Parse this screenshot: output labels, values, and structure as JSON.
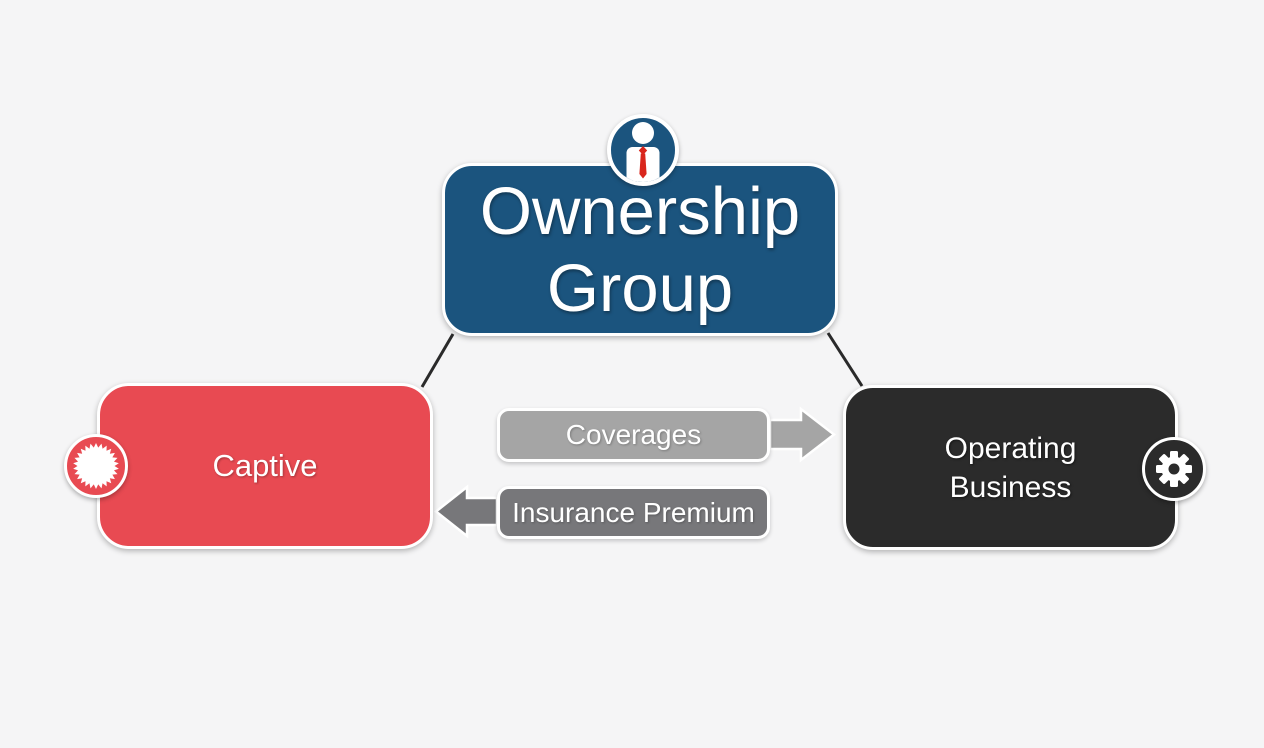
{
  "background": "#f5f5f6",
  "nodes": {
    "ownership_group": {
      "label": "Ownership Group",
      "fill": "#1b547e",
      "icon": "person-icon"
    },
    "captive": {
      "label": "Captive",
      "fill": "#e84a52",
      "icon": "seal-icon"
    },
    "operating_business": {
      "label": "Operating Business",
      "fill": "#2b2b2b",
      "icon": "gear-icon"
    }
  },
  "flows": [
    {
      "label": "Coverages",
      "from": "captive",
      "to": "operating_business",
      "direction": "right",
      "fill": "#a5a5a5"
    },
    {
      "label": "Insurance Premium",
      "from": "operating_business",
      "to": "captive",
      "direction": "left",
      "fill": "#77777a"
    }
  ],
  "connectors": [
    {
      "from": "ownership_group",
      "to": "captive"
    },
    {
      "from": "ownership_group",
      "to": "operating_business"
    }
  ]
}
